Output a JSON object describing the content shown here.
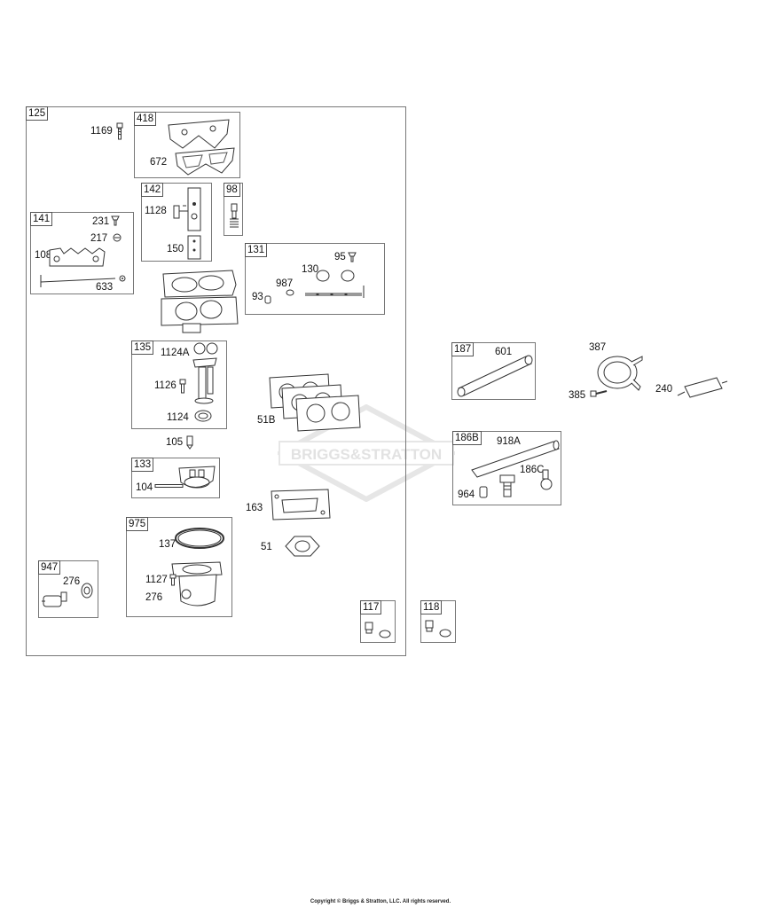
{
  "watermark": "BRIGGS&STRATTON",
  "copyright": "Copyright © Briggs & Stratton, LLC. All rights reserved.",
  "boxes": {
    "b125": "125",
    "b418": "418",
    "b142": "142",
    "b98": "98",
    "b141": "141",
    "b131": "131",
    "b135": "135",
    "b133": "133",
    "b975": "975",
    "b947": "947",
    "b117": "117",
    "b118": "118",
    "b187": "187",
    "b186b": "186B"
  },
  "labels": {
    "l1169": "1169",
    "l672": "672",
    "l1128": "1128",
    "l150": "150",
    "l231": "231",
    "l217": "217",
    "l108": "108",
    "l633": "633",
    "l95": "95",
    "l130": "130",
    "l987": "987",
    "l93": "93",
    "l1124a": "1124A",
    "l1126": "1126",
    "l1124": "1124",
    "l105": "105",
    "l51b": "51B",
    "l104": "104",
    "l163": "163",
    "l51": "51",
    "l137": "137",
    "l1127": "1127",
    "l276a": "276",
    "l276b": "276",
    "l601": "601",
    "l387": "387",
    "l385": "385",
    "l240": "240",
    "l918a": "918A",
    "l186c": "186C",
    "l964": "964"
  }
}
